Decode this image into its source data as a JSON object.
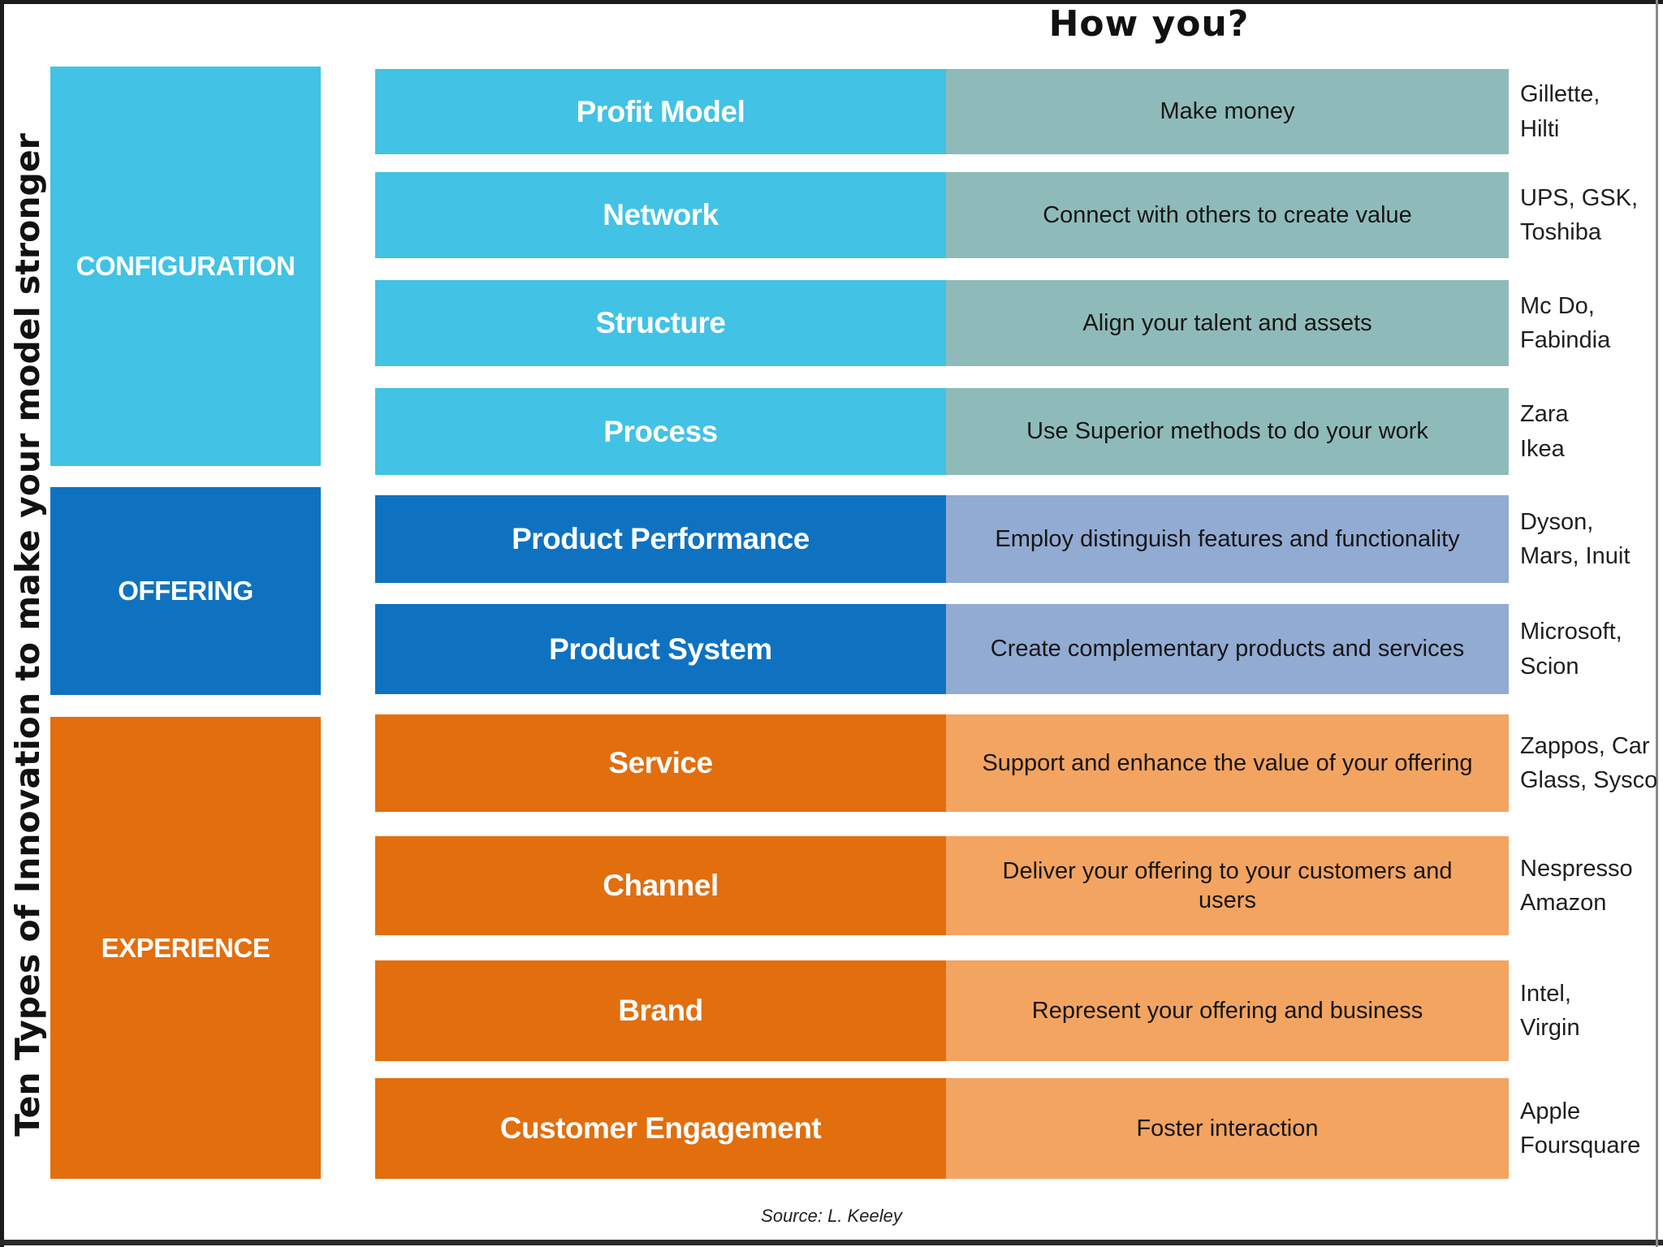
{
  "page": {
    "title": "How you?",
    "side_label": "Ten Types of Innovation to make your model stronger",
    "source": "Source: L. Keeley"
  },
  "colors": {
    "configuration": "#42c2e5",
    "configuration_desc": "#8ebbb9",
    "offering": "#0f72c1",
    "offering_desc": "#92abd3",
    "experience": "#e26e0e",
    "experience_desc": "#f3a461",
    "text_on_dark": "#ffffff",
    "text_dark": "#161616"
  },
  "categories": [
    {
      "key": "configuration",
      "label": "CONFIGURATION"
    },
    {
      "key": "offering",
      "label": "OFFERING"
    },
    {
      "key": "experience",
      "label": "EXPERIENCE"
    }
  ],
  "rows": [
    {
      "category": "configuration",
      "name": "Profit Model",
      "description": "Make money",
      "examples": [
        "Gillette,",
        "Hilti"
      ]
    },
    {
      "category": "configuration",
      "name": "Network",
      "description": "Connect with others to create value",
      "examples": [
        "UPS, GSK,",
        "Toshiba"
      ]
    },
    {
      "category": "configuration",
      "name": "Structure",
      "description": "Align your talent and assets",
      "examples": [
        "Mc Do,",
        "Fabindia"
      ]
    },
    {
      "category": "configuration",
      "name": "Process",
      "description": "Use Superior methods to do your work",
      "examples": [
        "Zara",
        "Ikea"
      ]
    },
    {
      "category": "offering",
      "name": "Product Performance",
      "description": "Employ distinguish features and functionality",
      "examples": [
        "Dyson,",
        "Mars, Inuit"
      ]
    },
    {
      "category": "offering",
      "name": "Product System",
      "description": "Create complementary products and services",
      "examples": [
        "Microsoft,",
        "Scion"
      ]
    },
    {
      "category": "experience",
      "name": "Service",
      "description": "Support and enhance the value of your offering",
      "examples": [
        "Zappos, Car",
        "Glass, Sysco"
      ]
    },
    {
      "category": "experience",
      "name": "Channel",
      "description": "Deliver your offering to your customers and users",
      "examples": [
        "Nespresso",
        "Amazon"
      ]
    },
    {
      "category": "experience",
      "name": "Brand",
      "description": "Represent your offering and business",
      "examples": [
        "Intel,",
        "Virgin"
      ]
    },
    {
      "category": "experience",
      "name": "Customer Engagement",
      "description": "Foster interaction",
      "examples": [
        "Apple",
        "Foursquare"
      ]
    }
  ]
}
